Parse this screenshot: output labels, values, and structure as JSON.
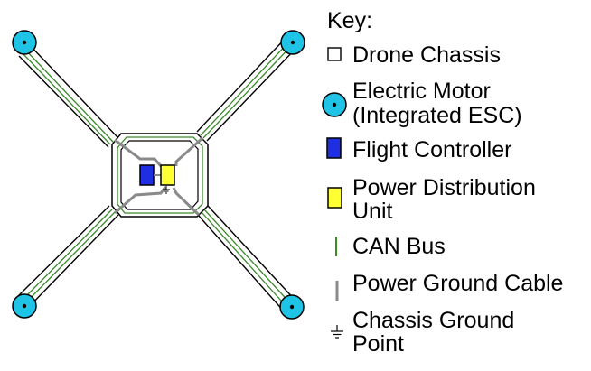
{
  "key": {
    "title": "Key:",
    "items": [
      {
        "id": "chassis",
        "icon": "square-outline-icon",
        "lines": [
          "Drone Chassis"
        ]
      },
      {
        "id": "motor",
        "icon": "motor-circle-icon",
        "lines": [
          "Electric Motor",
          "(Integrated ESC)"
        ]
      },
      {
        "id": "fc",
        "icon": "blue-rect-icon",
        "lines": [
          "Flight Controller"
        ]
      },
      {
        "id": "pdu",
        "icon": "yellow-rect-icon",
        "lines": [
          "Power Distribution",
          "Unit"
        ]
      },
      {
        "id": "can",
        "icon": "green-line-icon",
        "lines": [
          "CAN Bus"
        ]
      },
      {
        "id": "ground-cable",
        "icon": "grey-line-icon",
        "lines": [
          "Power Ground Cable"
        ]
      },
      {
        "id": "ground-point",
        "icon": "ground-symbol-icon",
        "lines": [
          "Chassis Ground",
          "Point"
        ]
      }
    ]
  },
  "colors": {
    "motor_fill": "#1ec3e6",
    "flight_controller": "#1f2ee0",
    "pdu": "#ffff33",
    "can_bus": "#3a8a2a",
    "ground_cable": "#8a8a8a",
    "outline": "#000000"
  }
}
